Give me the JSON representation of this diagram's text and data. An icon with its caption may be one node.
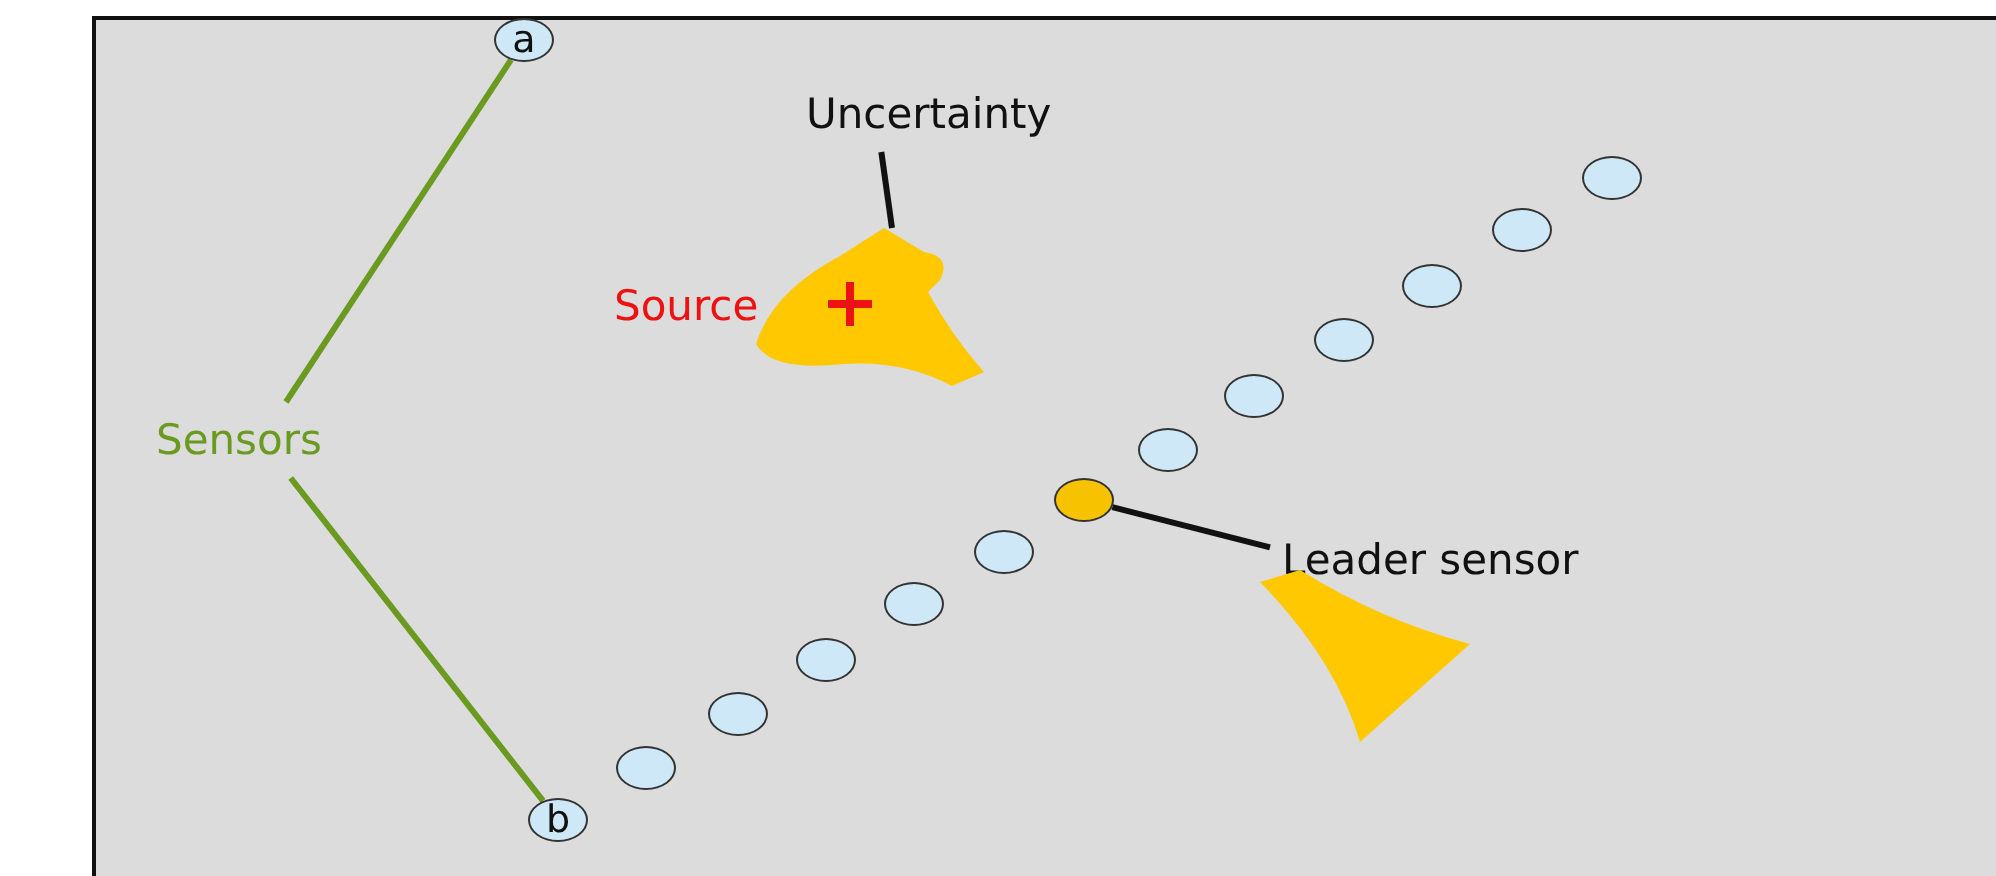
{
  "diagram": {
    "nodes": [
      {
        "text": [
          "a"
        ]
      },
      {
        "text": [
          "Uncertainty"
        ]
      },
      {
        "text": [],
        "shape": "cloud"
      },
      {
        "text": [
          "Sensors"
        ]
      },
      {
        "text": [
          "b"
        ]
      },
      {
        "text": [],
        "shape": "circle"
      },
      {
        "text": [],
        "shape": "circle"
      },
      {
        "text": [],
        "shape": "circle"
      },
      {
        "text": [],
        "shape": "circle"
      },
      {
        "text": [],
        "shape": "circle"
      },
      {
        "text": [],
        "shape": "circle"
      },
      {
        "text": [],
        "shape": "circle"
      },
      {
        "text": [],
        "shape": "circle"
      },
      {
        "text": [],
        "shape": "circle"
      },
      {
        "text": [],
        "shape": "circle"
      },
      {
        "text": [],
        "shape": "circle"
      },
      {
        "text": [],
        "shape": "circle"
      },
      {
        "text": [
          "Leader sensor"
        ]
      },
      {
        "text": [],
        "shape": "cloud"
      }
    ],
    "edges": [
      {
        "from": 3,
        "to": 0,
        "arrow": "none",
        "color": "#6a9a1f"
      },
      {
        "from": 3,
        "to": 4,
        "arrow": "none",
        "color": "#6a9a1f"
      },
      {
        "from": 1,
        "to": 2,
        "arrow": "none",
        "color": "#111111"
      },
      {
        "from": 17,
        "to": 10,
        "arrow": "none",
        "color": "#111111"
      }
    ],
    "labels": [
      "Source"
    ]
  }
}
